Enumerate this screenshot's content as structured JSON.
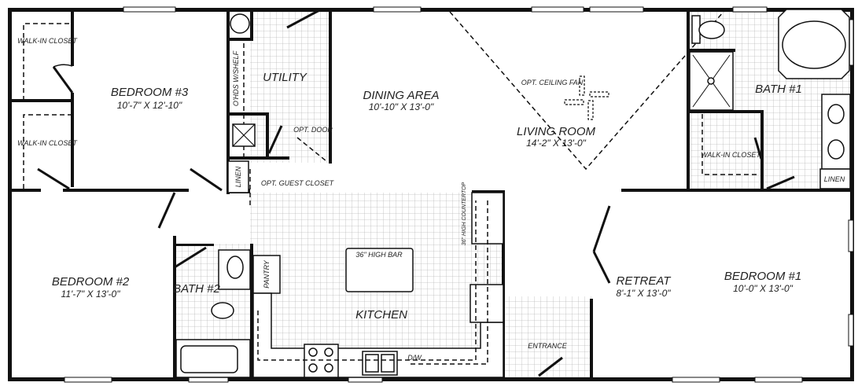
{
  "rooms": {
    "closet_top": {
      "name": "WALK-IN CLOSET"
    },
    "closet_mid": {
      "name": "WALK-IN CLOSET"
    },
    "bedroom3": {
      "name": "BEDROOM #3",
      "size": "10'-7\" X 12'-10\""
    },
    "utility": {
      "name": "UTILITY",
      "shelf": "O'HDS W/SHELF",
      "opt_door": "OPT. DOOR",
      "linen": "LINEN",
      "guest_closet": "OPT. GUEST CLOSET"
    },
    "dining": {
      "name": "DINING AREA",
      "size": "10'-10\" X 13'-0\""
    },
    "living": {
      "name": "LIVING ROOM",
      "size": "14'-2\" X 13'-0\"",
      "fan": "OPT. CEILING FAN"
    },
    "bath1": {
      "name": "BATH #1",
      "closet": "WALK-IN CLOSET",
      "linen": "LINEN"
    },
    "bedroom2": {
      "name": "BEDROOM #2",
      "size": "11'-7\" X 13'-0\""
    },
    "bath2": {
      "name": "BATH #2"
    },
    "kitchen": {
      "name": "KITCHEN",
      "bar": "36\" HIGH BAR",
      "pantry": "PANTRY",
      "countertop": "36\" HIGH COUNTERTOP",
      "dw": "D/W"
    },
    "entrance": {
      "name": "ENTRANCE"
    },
    "retreat": {
      "name": "RETREAT",
      "size": "8'-1\" X 13'-0\""
    },
    "bedroom1": {
      "name": "BEDROOM #1",
      "size": "10'-0\" X 13'-0\""
    }
  }
}
